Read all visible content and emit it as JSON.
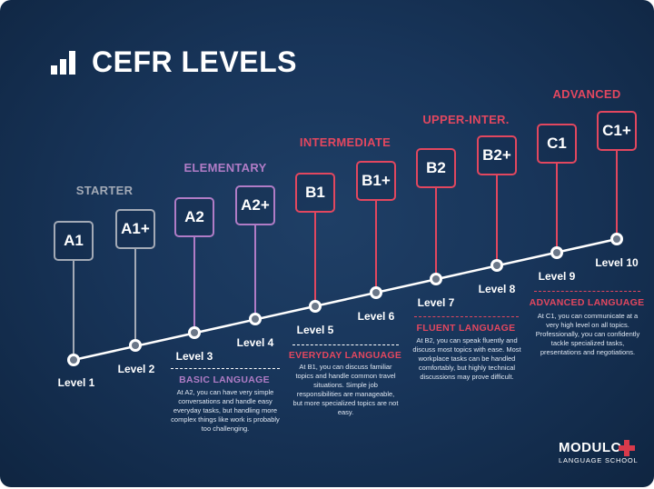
{
  "title": "CEFR LEVELS",
  "colors": {
    "grey": "#a3aab6",
    "purple": "#b07cc6",
    "red": "#e2475f",
    "accent_red": "#d93a4b"
  },
  "categories": [
    {
      "label": "STARTER",
      "color": "#a3aab6"
    },
    {
      "label": "ELEMENTARY",
      "color": "#b07cc6"
    },
    {
      "label": "INTERMEDIATE",
      "color": "#e2475f"
    },
    {
      "label": "UPPER-INTER.",
      "color": "#e2475f"
    },
    {
      "label": "ADVANCED",
      "color": "#e2475f"
    }
  ],
  "levels": [
    {
      "code": "A1",
      "level": "Level 1",
      "color": "#a3aab6"
    },
    {
      "code": "A1+",
      "level": "Level 2",
      "color": "#a3aab6"
    },
    {
      "code": "A2",
      "level": "Level 3",
      "color": "#b07cc6"
    },
    {
      "code": "A2+",
      "level": "Level 4",
      "color": "#b07cc6"
    },
    {
      "code": "B1",
      "level": "Level 5",
      "color": "#e2475f"
    },
    {
      "code": "B1+",
      "level": "Level 6",
      "color": "#e2475f"
    },
    {
      "code": "B2",
      "level": "Level 7",
      "color": "#e2475f"
    },
    {
      "code": "B2+",
      "level": "Level 8",
      "color": "#e2475f"
    },
    {
      "code": "C1",
      "level": "Level 9",
      "color": "#e2475f"
    },
    {
      "code": "C1+",
      "level": "Level 10",
      "color": "#e2475f"
    }
  ],
  "descriptions": {
    "basic": {
      "heading": "BASIC LANGUAGE",
      "text": "At A2, you can have very simple conversations and handle easy everyday tasks, but handling more complex things like work is probably too challenging."
    },
    "everyday": {
      "heading": "EVERYDAY LANGUAGE",
      "text": "At B1, you can discuss familiar topics and handle common travel situations. Simple job responsibilities are manageable, but more specialized topics are not easy."
    },
    "fluent": {
      "heading": "FLUENT LANGUAGE",
      "text": "At B2, you can speak fluently and discuss most topics with ease. Most workplace tasks can be handled comfortably, but highly technical discussions may prove difficult."
    },
    "advanced": {
      "heading": "ADVANCED LANGUAGE",
      "text": "At C1, you can communicate at a very high level on all topics. Professionally, you can confidently tackle specialized tasks, presentations and negotiations."
    }
  },
  "logo": {
    "name": "MODULO",
    "subtitle": "LANGUAGE SCHOOL"
  }
}
